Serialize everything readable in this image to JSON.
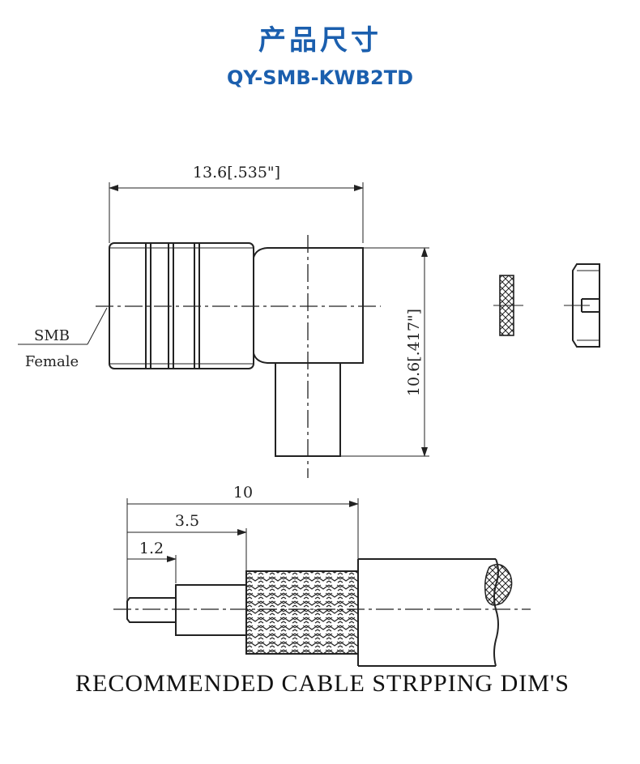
{
  "header": {
    "title": "产品尺寸",
    "model": "QY-SMB-KWB2TD"
  },
  "drawing": {
    "width_dim": "13.6[.535\"]",
    "height_dim": "10.6[.417\"]",
    "connector_label_line1": "SMB",
    "connector_label_line2": "Female",
    "strip_dims": [
      "10",
      "3.5",
      "1.2"
    ],
    "caption": "RECOMMENDED CABLE STRPPING DIM'S"
  }
}
